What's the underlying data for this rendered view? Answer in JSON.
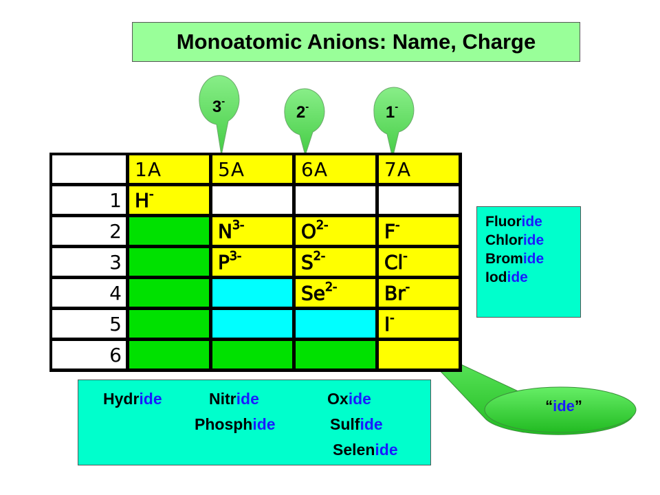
{
  "title": "Monoatomic Anions: Name, Charge",
  "callouts": [
    {
      "charge": "3",
      "sign": "-"
    },
    {
      "charge": "2",
      "sign": "-"
    },
    {
      "charge": "1",
      "sign": "-"
    }
  ],
  "table": {
    "headers": [
      "1A",
      "5A",
      "6A",
      "7A"
    ],
    "rows": [
      {
        "label": "1",
        "cells": [
          {
            "sym": "H",
            "chg": "-"
          },
          null,
          null,
          null
        ]
      },
      {
        "label": "2",
        "cells": [
          null,
          {
            "sym": "N",
            "chg": "3-"
          },
          {
            "sym": "O",
            "chg": "2-"
          },
          {
            "sym": "F",
            "chg": "-"
          }
        ]
      },
      {
        "label": "3",
        "cells": [
          null,
          {
            "sym": "P",
            "chg": "3-"
          },
          {
            "sym": "S",
            "chg": "2-"
          },
          {
            "sym": "Cl",
            "chg": "-"
          }
        ]
      },
      {
        "label": "4",
        "cells": [
          null,
          null,
          {
            "sym": "Se",
            "chg": "2-"
          },
          {
            "sym": "Br",
            "chg": "-"
          }
        ]
      },
      {
        "label": "5",
        "cells": [
          null,
          null,
          null,
          {
            "sym": "I",
            "chg": "-"
          }
        ]
      },
      {
        "label": "6",
        "cells": [
          null,
          null,
          null,
          null
        ]
      }
    ]
  },
  "halides": [
    {
      "stem": "Fluor",
      "suffix": "ide"
    },
    {
      "stem": "Chlor",
      "suffix": "ide"
    },
    {
      "stem": "Brom",
      "suffix": "ide"
    },
    {
      "stem": "Iod",
      "suffix": "ide"
    }
  ],
  "anion_names": {
    "hydride": {
      "stem": "Hydr",
      "suffix": "ide"
    },
    "nitride": {
      "stem": "Nitr",
      "suffix": "ide"
    },
    "oxide": {
      "stem": "Ox",
      "suffix": "ide"
    },
    "phosphide": {
      "stem": "Phosph",
      "suffix": "ide"
    },
    "sulfide": {
      "stem": "Sulf",
      "suffix": "ide"
    },
    "selenide": {
      "stem": "Selen",
      "suffix": "ide"
    }
  },
  "ide_label": {
    "open": "“",
    "text": "ide",
    "close": "”"
  },
  "colors": {
    "title_bg": "#99ff99",
    "header_yellow": "#ffff00",
    "green": "#00e100",
    "cyan": "#00ffff",
    "box_teal": "#00ffcc",
    "ide_blue": "#1a1aff",
    "callout_green": "#66dd66"
  }
}
